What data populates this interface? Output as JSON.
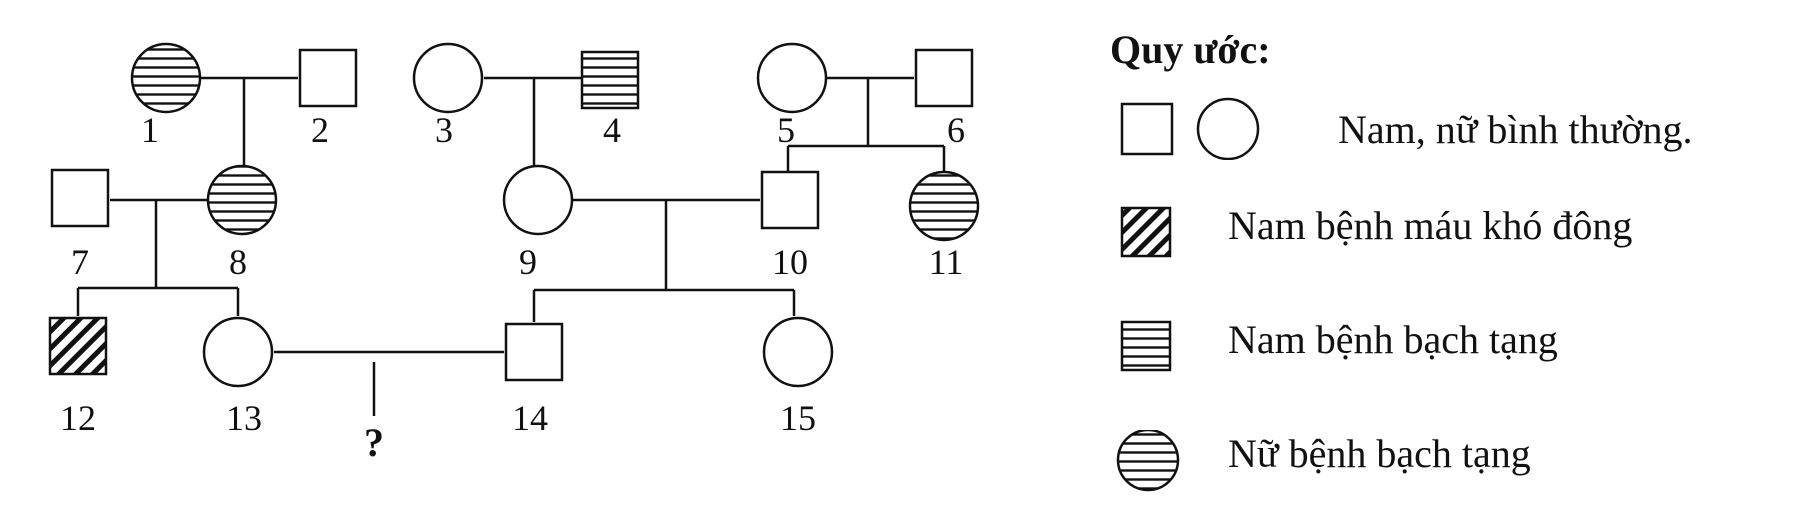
{
  "members": [
    {
      "id": "1",
      "label": "1",
      "sex": "female",
      "status": "albinism"
    },
    {
      "id": "2",
      "label": "2",
      "sex": "male",
      "status": "normal"
    },
    {
      "id": "3",
      "label": "3",
      "sex": "female",
      "status": "normal"
    },
    {
      "id": "4",
      "label": "4",
      "sex": "male",
      "status": "albinism"
    },
    {
      "id": "5",
      "label": "5",
      "sex": "female",
      "status": "normal"
    },
    {
      "id": "6",
      "label": "6",
      "sex": "male",
      "status": "normal"
    },
    {
      "id": "7",
      "label": "7",
      "sex": "male",
      "status": "normal"
    },
    {
      "id": "8",
      "label": "8",
      "sex": "female",
      "status": "albinism"
    },
    {
      "id": "9",
      "label": "9",
      "sex": "female",
      "status": "normal"
    },
    {
      "id": "10",
      "label": "10",
      "sex": "male",
      "status": "normal"
    },
    {
      "id": "11",
      "label": "11",
      "sex": "female",
      "status": "albinism"
    },
    {
      "id": "12",
      "label": "12",
      "sex": "male",
      "status": "hemophilia"
    },
    {
      "id": "13",
      "label": "13",
      "sex": "female",
      "status": "normal"
    },
    {
      "id": "14",
      "label": "14",
      "sex": "male",
      "status": "normal"
    },
    {
      "id": "15",
      "label": "15",
      "sex": "female",
      "status": "normal"
    }
  ],
  "unknown_child": {
    "label": "?"
  },
  "legend": {
    "title": "Quy ước:",
    "items": [
      {
        "symbol": "male-female-normal",
        "text": "Nam, nữ bình thường."
      },
      {
        "symbol": "male-hemophilia",
        "text": "Nam bệnh máu khó đông"
      },
      {
        "symbol": "male-albinism",
        "text": "Nam bệnh bạch tạng"
      },
      {
        "symbol": "female-albinism",
        "text": "Nữ bệnh bạch tạng"
      }
    ]
  }
}
